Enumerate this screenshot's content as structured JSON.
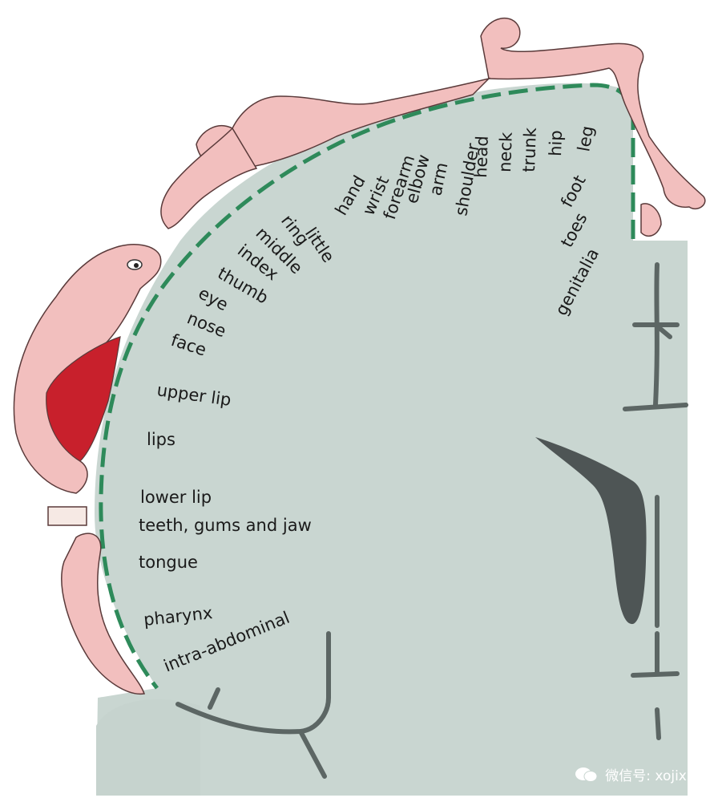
{
  "homunculus": {
    "labels_upper": [
      {
        "key": "genitalia",
        "text": "genitalia"
      },
      {
        "key": "toes",
        "text": "toes"
      },
      {
        "key": "foot",
        "text": "foot"
      },
      {
        "key": "leg",
        "text": "leg"
      },
      {
        "key": "hip",
        "text": "hip"
      },
      {
        "key": "trunk",
        "text": "trunk"
      },
      {
        "key": "neck",
        "text": "neck"
      },
      {
        "key": "head",
        "text": "head"
      },
      {
        "key": "shoulder",
        "text": "shoulder"
      },
      {
        "key": "arm",
        "text": "arm"
      },
      {
        "key": "elbow",
        "text": "elbow"
      },
      {
        "key": "forearm",
        "text": "forearm"
      },
      {
        "key": "wrist",
        "text": "wrist"
      },
      {
        "key": "hand",
        "text": "hand"
      },
      {
        "key": "little",
        "text": "little"
      },
      {
        "key": "ring",
        "text": "ring"
      },
      {
        "key": "middle",
        "text": "middle"
      },
      {
        "key": "index",
        "text": "index"
      },
      {
        "key": "thumb",
        "text": "thumb"
      },
      {
        "key": "eye",
        "text": "eye"
      },
      {
        "key": "nose",
        "text": "nose"
      },
      {
        "key": "face",
        "text": "face"
      }
    ],
    "labels_lower": [
      {
        "key": "upper-lip",
        "text": "upper lip"
      },
      {
        "key": "lips",
        "text": "lips"
      },
      {
        "key": "lower-lip",
        "text": "lower lip"
      },
      {
        "key": "teeth-gums-jaw",
        "text": "teeth, gums and jaw"
      },
      {
        "key": "tongue",
        "text": "tongue"
      },
      {
        "key": "pharynx",
        "text": "pharynx"
      }
    ],
    "label_intra_abdominal": "intra-abdominal"
  },
  "watermark": {
    "text": "微信号: xojixia"
  },
  "colors": {
    "cortex": "#c9d6d1",
    "boundary": "#2e8a5a",
    "skin": "#f2bfbe",
    "skin_outline": "#5a3a3a",
    "mouth": "#c8202c",
    "ventricle": "#4e5555",
    "sulcus": "#5c6664"
  }
}
